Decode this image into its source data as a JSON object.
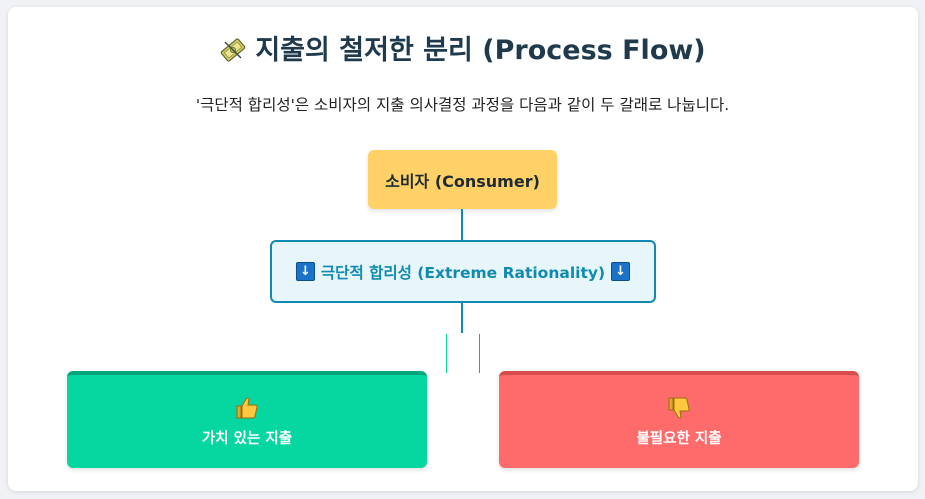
{
  "header": {
    "title": "지출의 철저한 분리 (Process Flow)",
    "title_icon": "crossed-out-money-icon",
    "subtitle": "'극단적 합리성'은 소비자의 지출 의사결정 과정을 다음과 같이 두 갈래로 나눕니다."
  },
  "flow": {
    "consumer_label": "소비자 (Consumer)",
    "rational_label": "극단적 합리성 (Extreme Rationality)",
    "rational_arrow": "↓",
    "good_outcome": {
      "icon": "thumbs-up-icon",
      "label": "가치 있는 지출"
    },
    "bad_outcome": {
      "icon": "thumbs-down-icon",
      "label": "불필요한 지출"
    }
  },
  "colors": {
    "title": "#1e3a4c",
    "consumer_bg": "#ffd166",
    "rational_border": "#118ab2",
    "rational_bg": "#e6f6fa",
    "good_bg": "#06d6a0",
    "bad_bg": "#ff6b6b"
  }
}
